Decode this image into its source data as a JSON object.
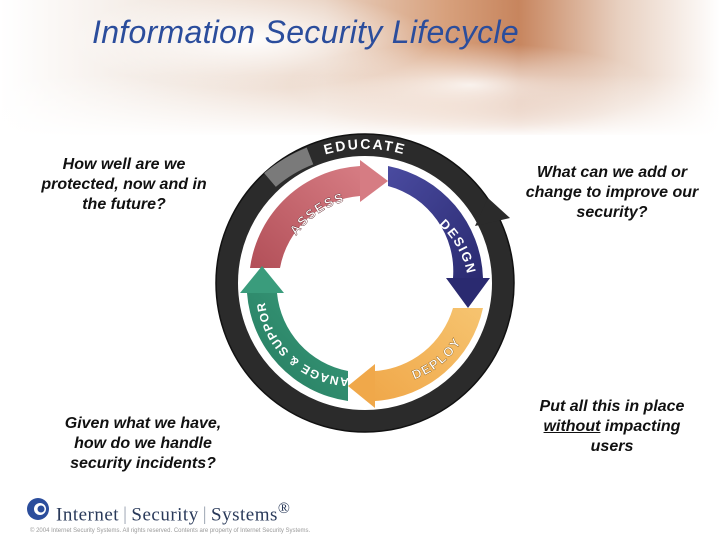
{
  "slide": {
    "title": "Information Security Lifecycle"
  },
  "questions": {
    "top_left": "How well are we protected, now and in the future?",
    "top_right": "What can we add or change to improve our security?",
    "bottom_left": "Given what we have, how do we handle security incidents?",
    "bottom_right_before": "Put all this in place ",
    "bottom_right_emphasis": "without",
    "bottom_right_after": " impacting users"
  },
  "lifecycle": {
    "outer_label": "EDUCATE",
    "stages": [
      {
        "label": "ASSESS",
        "color": "#c25a63"
      },
      {
        "label": "DESIGN",
        "color": "#3b3a8a"
      },
      {
        "label": "DEPLOY",
        "color": "#f2b45a"
      },
      {
        "label": "MANAGE & SUPPORT",
        "color": "#2e8a6e"
      }
    ],
    "ring_color": "#2b2b2b"
  },
  "branding": {
    "logo_part1": "Internet",
    "logo_part2": "Security",
    "logo_part3": "Systems",
    "logo_mark": "®",
    "brand_color": "#2b4d9c"
  },
  "footer": {
    "copyright": "© 2004 Internet Security Systems. All rights reserved. Contents are property of Internet Security Systems."
  }
}
